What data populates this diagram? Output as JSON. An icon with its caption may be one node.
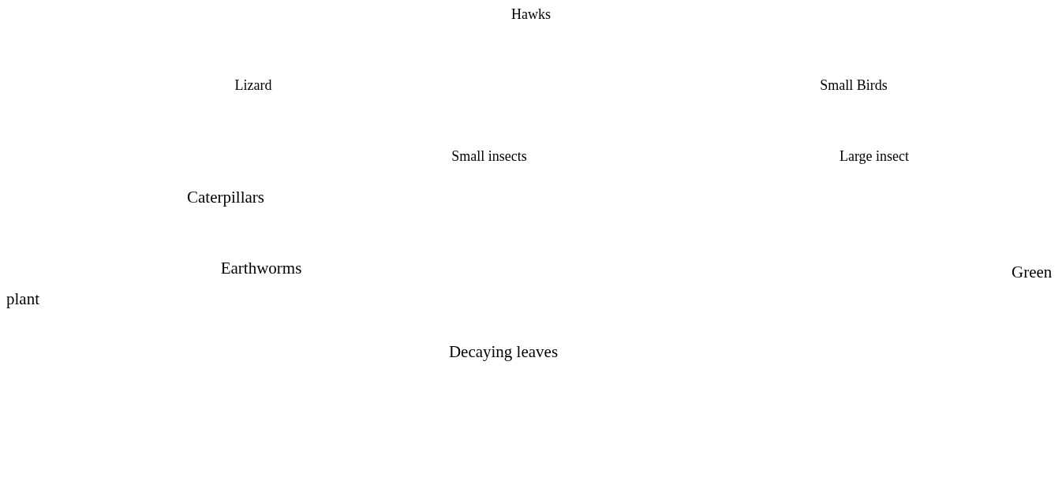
{
  "diagram": {
    "labels": [
      "Hawks",
      "Lizard",
      "Small Birds",
      "Small insects",
      "Large insect",
      "Caterpillars",
      "Earthworms",
      "Green plant",
      "Decaying leaves"
    ]
  }
}
